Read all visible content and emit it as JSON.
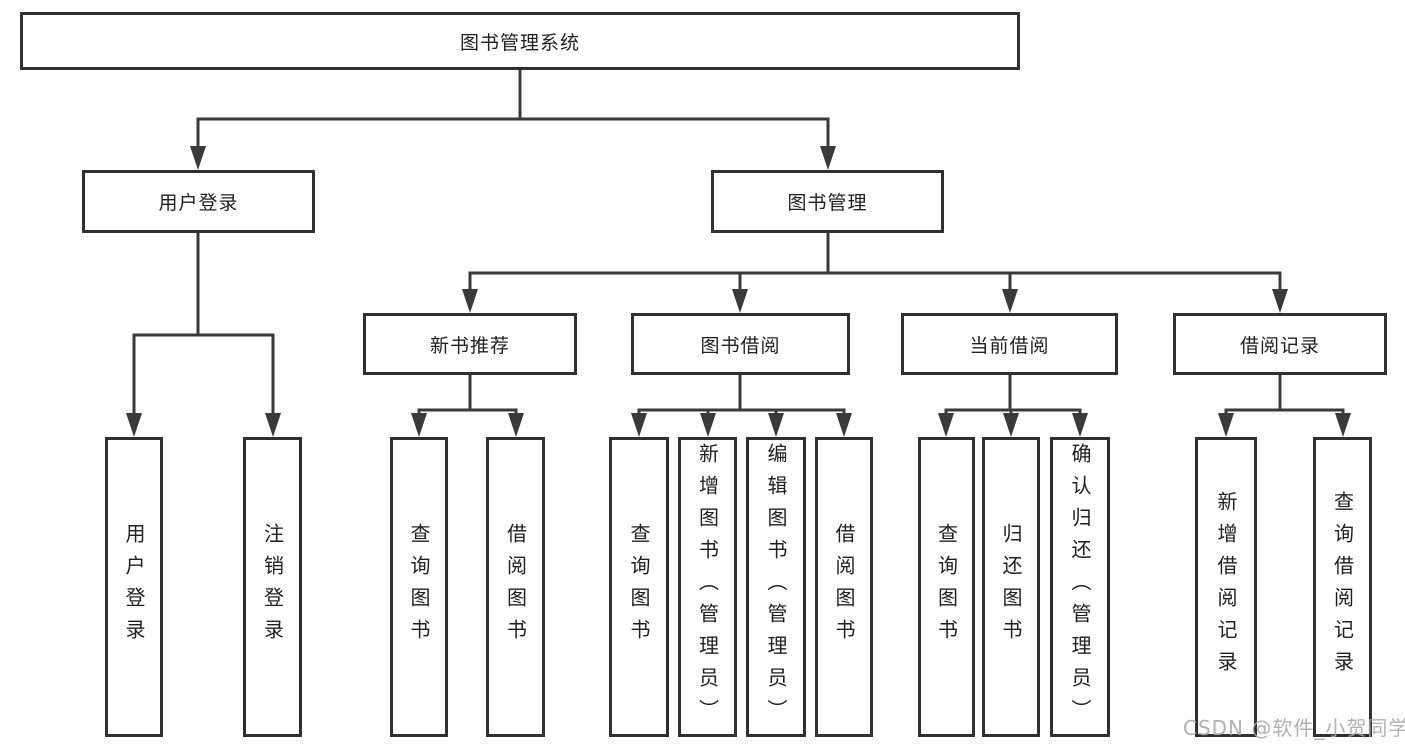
{
  "diagram": {
    "root": "图书管理系统",
    "level2": [
      "用户登录",
      "图书管理"
    ],
    "level3": [
      "新书推荐",
      "图书借阅",
      "当前借阅",
      "借阅记录"
    ],
    "leaves_user_login": [
      "用户登录",
      "注销登录"
    ],
    "leaves_new_book": [
      "查询图书",
      "借阅图书"
    ],
    "leaves_book_borrow": [
      "查询图书",
      "新增图书（管理员）",
      "编辑图书（管理员）",
      "借阅图书"
    ],
    "leaves_current_borrow": [
      "查询图书",
      "归还图书",
      "确认归还（管理员）"
    ],
    "leaves_borrow_record": [
      "新增借阅记录",
      "查询借阅记录"
    ]
  },
  "watermark": {
    "text": "CSDN @软件_小贺同学"
  },
  "colors": {
    "line": "#3a3a3a",
    "box_border": "#303030",
    "text": "#1f1f1f",
    "watermark": "#a8a8aa",
    "background": "#ffffff"
  }
}
